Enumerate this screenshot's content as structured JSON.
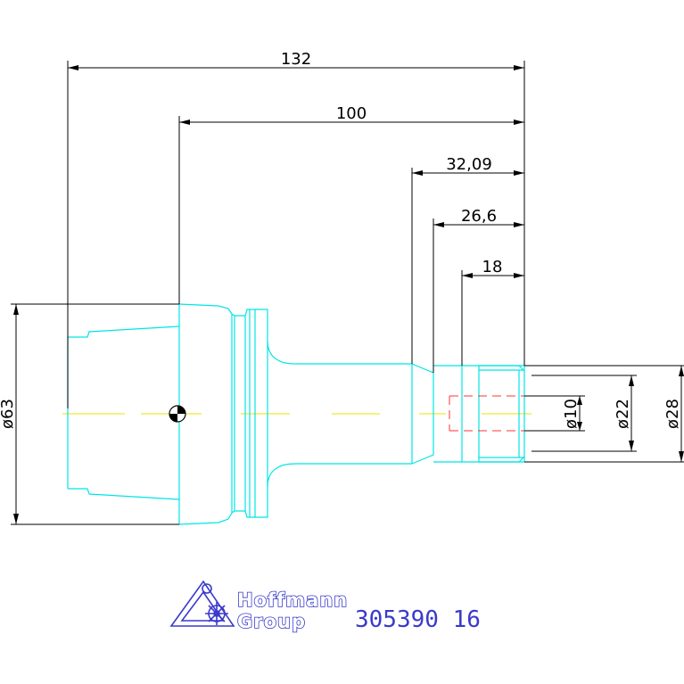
{
  "drawing": {
    "dimensions": {
      "length_overall": "132",
      "length_100": "100",
      "length_32": "32,09",
      "length_26": "26,6",
      "length_18": "18",
      "dia_63": "ø63",
      "dia_10": "ø10",
      "dia_22": "ø22",
      "dia_28": "ø28"
    },
    "logo": {
      "line1": "Hoffmann",
      "line2": "Group"
    },
    "part_number": "305390 16"
  },
  "colors": {
    "outline": "#00e5e5",
    "dimension": "#000000",
    "centerline": "#e5e500",
    "hidden": "#ff3333",
    "brand": "#3a3acc"
  }
}
